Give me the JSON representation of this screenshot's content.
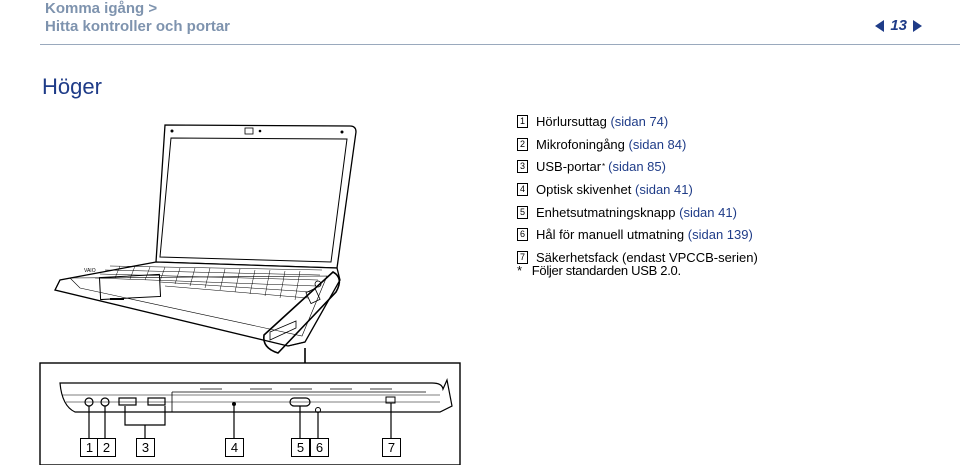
{
  "header": {
    "breadcrumb_1": "Komma igång >",
    "breadcrumb_2": "Hitta kontroller och portar",
    "page_number": "13"
  },
  "section_title": "Höger",
  "legend": [
    {
      "num": "1",
      "label": "Hörlursuttag",
      "ref": "(sidan 74)"
    },
    {
      "num": "2",
      "label": "Mikrofoningång",
      "ref": "(sidan 84)"
    },
    {
      "num": "3",
      "label": "USB-portar",
      "sup": "*",
      "ref": "(sidan 85)"
    },
    {
      "num": "4",
      "label": "Optisk skivenhet",
      "ref": "(sidan 41)"
    },
    {
      "num": "5",
      "label": "Enhetsutmatningsknapp",
      "ref": "(sidan 41)"
    },
    {
      "num": "6",
      "label": "Hål för manuell utmatning",
      "ref": "(sidan 139)"
    },
    {
      "num": "7",
      "label": "Säkerhetsfack (endast VPCCB-serien)",
      "ref": ""
    }
  ],
  "footnote": {
    "marker": "*",
    "text": "Följer standarden USB 2.0."
  },
  "callouts": [
    "1",
    "2",
    "3",
    "4",
    "5",
    "6",
    "7"
  ],
  "colors": {
    "header_gray": "#7e93ae",
    "accent_blue": "#1f3c88"
  }
}
